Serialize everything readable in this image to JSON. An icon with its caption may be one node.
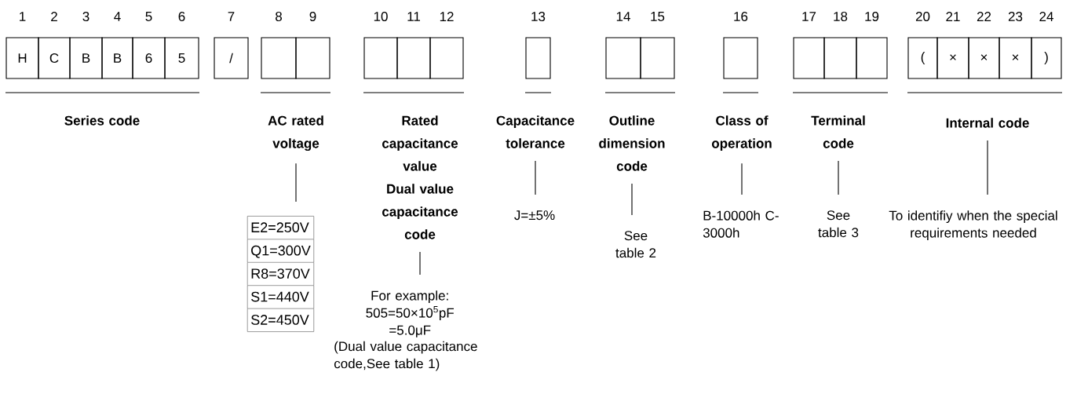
{
  "diagram": {
    "nodes": [
      {
        "text": [
          "H"
        ]
      },
      {
        "text": [
          "C"
        ]
      },
      {
        "text": [
          "B"
        ]
      },
      {
        "text": [
          "B"
        ]
      },
      {
        "text": [
          "6"
        ]
      },
      {
        "text": [
          "5"
        ]
      },
      {
        "text": [
          "/"
        ]
      },
      {
        "text": [],
        "shape": "box"
      },
      {
        "text": [],
        "shape": "box"
      },
      {
        "text": [],
        "shape": "box"
      },
      {
        "text": [],
        "shape": "box"
      },
      {
        "text": [],
        "shape": "box"
      },
      {
        "text": [],
        "shape": "box"
      },
      {
        "text": [],
        "shape": "box"
      },
      {
        "text": [],
        "shape": "box"
      },
      {
        "text": [],
        "shape": "box"
      },
      {
        "text": [],
        "shape": "box"
      },
      {
        "text": [],
        "shape": "box"
      },
      {
        "text": [],
        "shape": "box"
      },
      {
        "text": [
          "("
        ]
      },
      {
        "text": [
          "×"
        ]
      },
      {
        "text": [
          "×"
        ]
      },
      {
        "text": [
          "×"
        ]
      },
      {
        "text": [
          ")"
        ]
      },
      {
        "text": [
          "Series code"
        ]
      },
      {
        "text": [
          "AC rated voltage"
        ]
      },
      {
        "text": [
          "Rated capacitance value",
          "Dual value capacitance code"
        ]
      },
      {
        "text": [
          "Capacitance tolerance"
        ]
      },
      {
        "text": [
          "Outline dimension code"
        ]
      },
      {
        "text": [
          "Class of operation"
        ]
      },
      {
        "text": [
          "Terminal code"
        ]
      },
      {
        "text": [
          "Internal code"
        ]
      },
      {
        "text": [
          "E2=250V",
          "Q1=300V",
          "R8=370V",
          "S1=440V",
          "S2=450V"
        ]
      },
      {
        "text": [
          "For example: 505=50×10$^{5}$pF =5.0μF",
          "(Dual value capacitance code,See table 1)"
        ]
      },
      {
        "text": [
          "J=±5%"
        ]
      },
      {
        "text": [
          "See table 2"
        ]
      },
      {
        "text": [
          "B-10000h C-3000h"
        ]
      },
      {
        "text": [
          "See table 3"
        ]
      },
      {
        "text": [
          "To identifiy when the special requirements needed"
        ]
      }
    ],
    "edges": [
      {
        "from": 25,
        "to": 32,
        "arrow": "none"
      },
      {
        "from": 26,
        "to": 33,
        "arrow": "none"
      },
      {
        "from": 27,
        "to": 34,
        "arrow": "none"
      },
      {
        "from": 28,
        "to": 35,
        "arrow": "none"
      },
      {
        "from": 29,
        "to": 36,
        "arrow": "none"
      },
      {
        "from": 30,
        "to": 37,
        "arrow": "none"
      },
      {
        "from": 31,
        "to": 38,
        "arrow": "none"
      }
    ],
    "labels": [
      "1",
      "2",
      "3",
      "4",
      "5",
      "6",
      "7",
      "8",
      "9",
      "10",
      "11",
      "12",
      "13",
      "14",
      "15",
      "16",
      "17",
      "18",
      "19",
      "20",
      "21",
      "22",
      "23",
      "24"
    ]
  }
}
